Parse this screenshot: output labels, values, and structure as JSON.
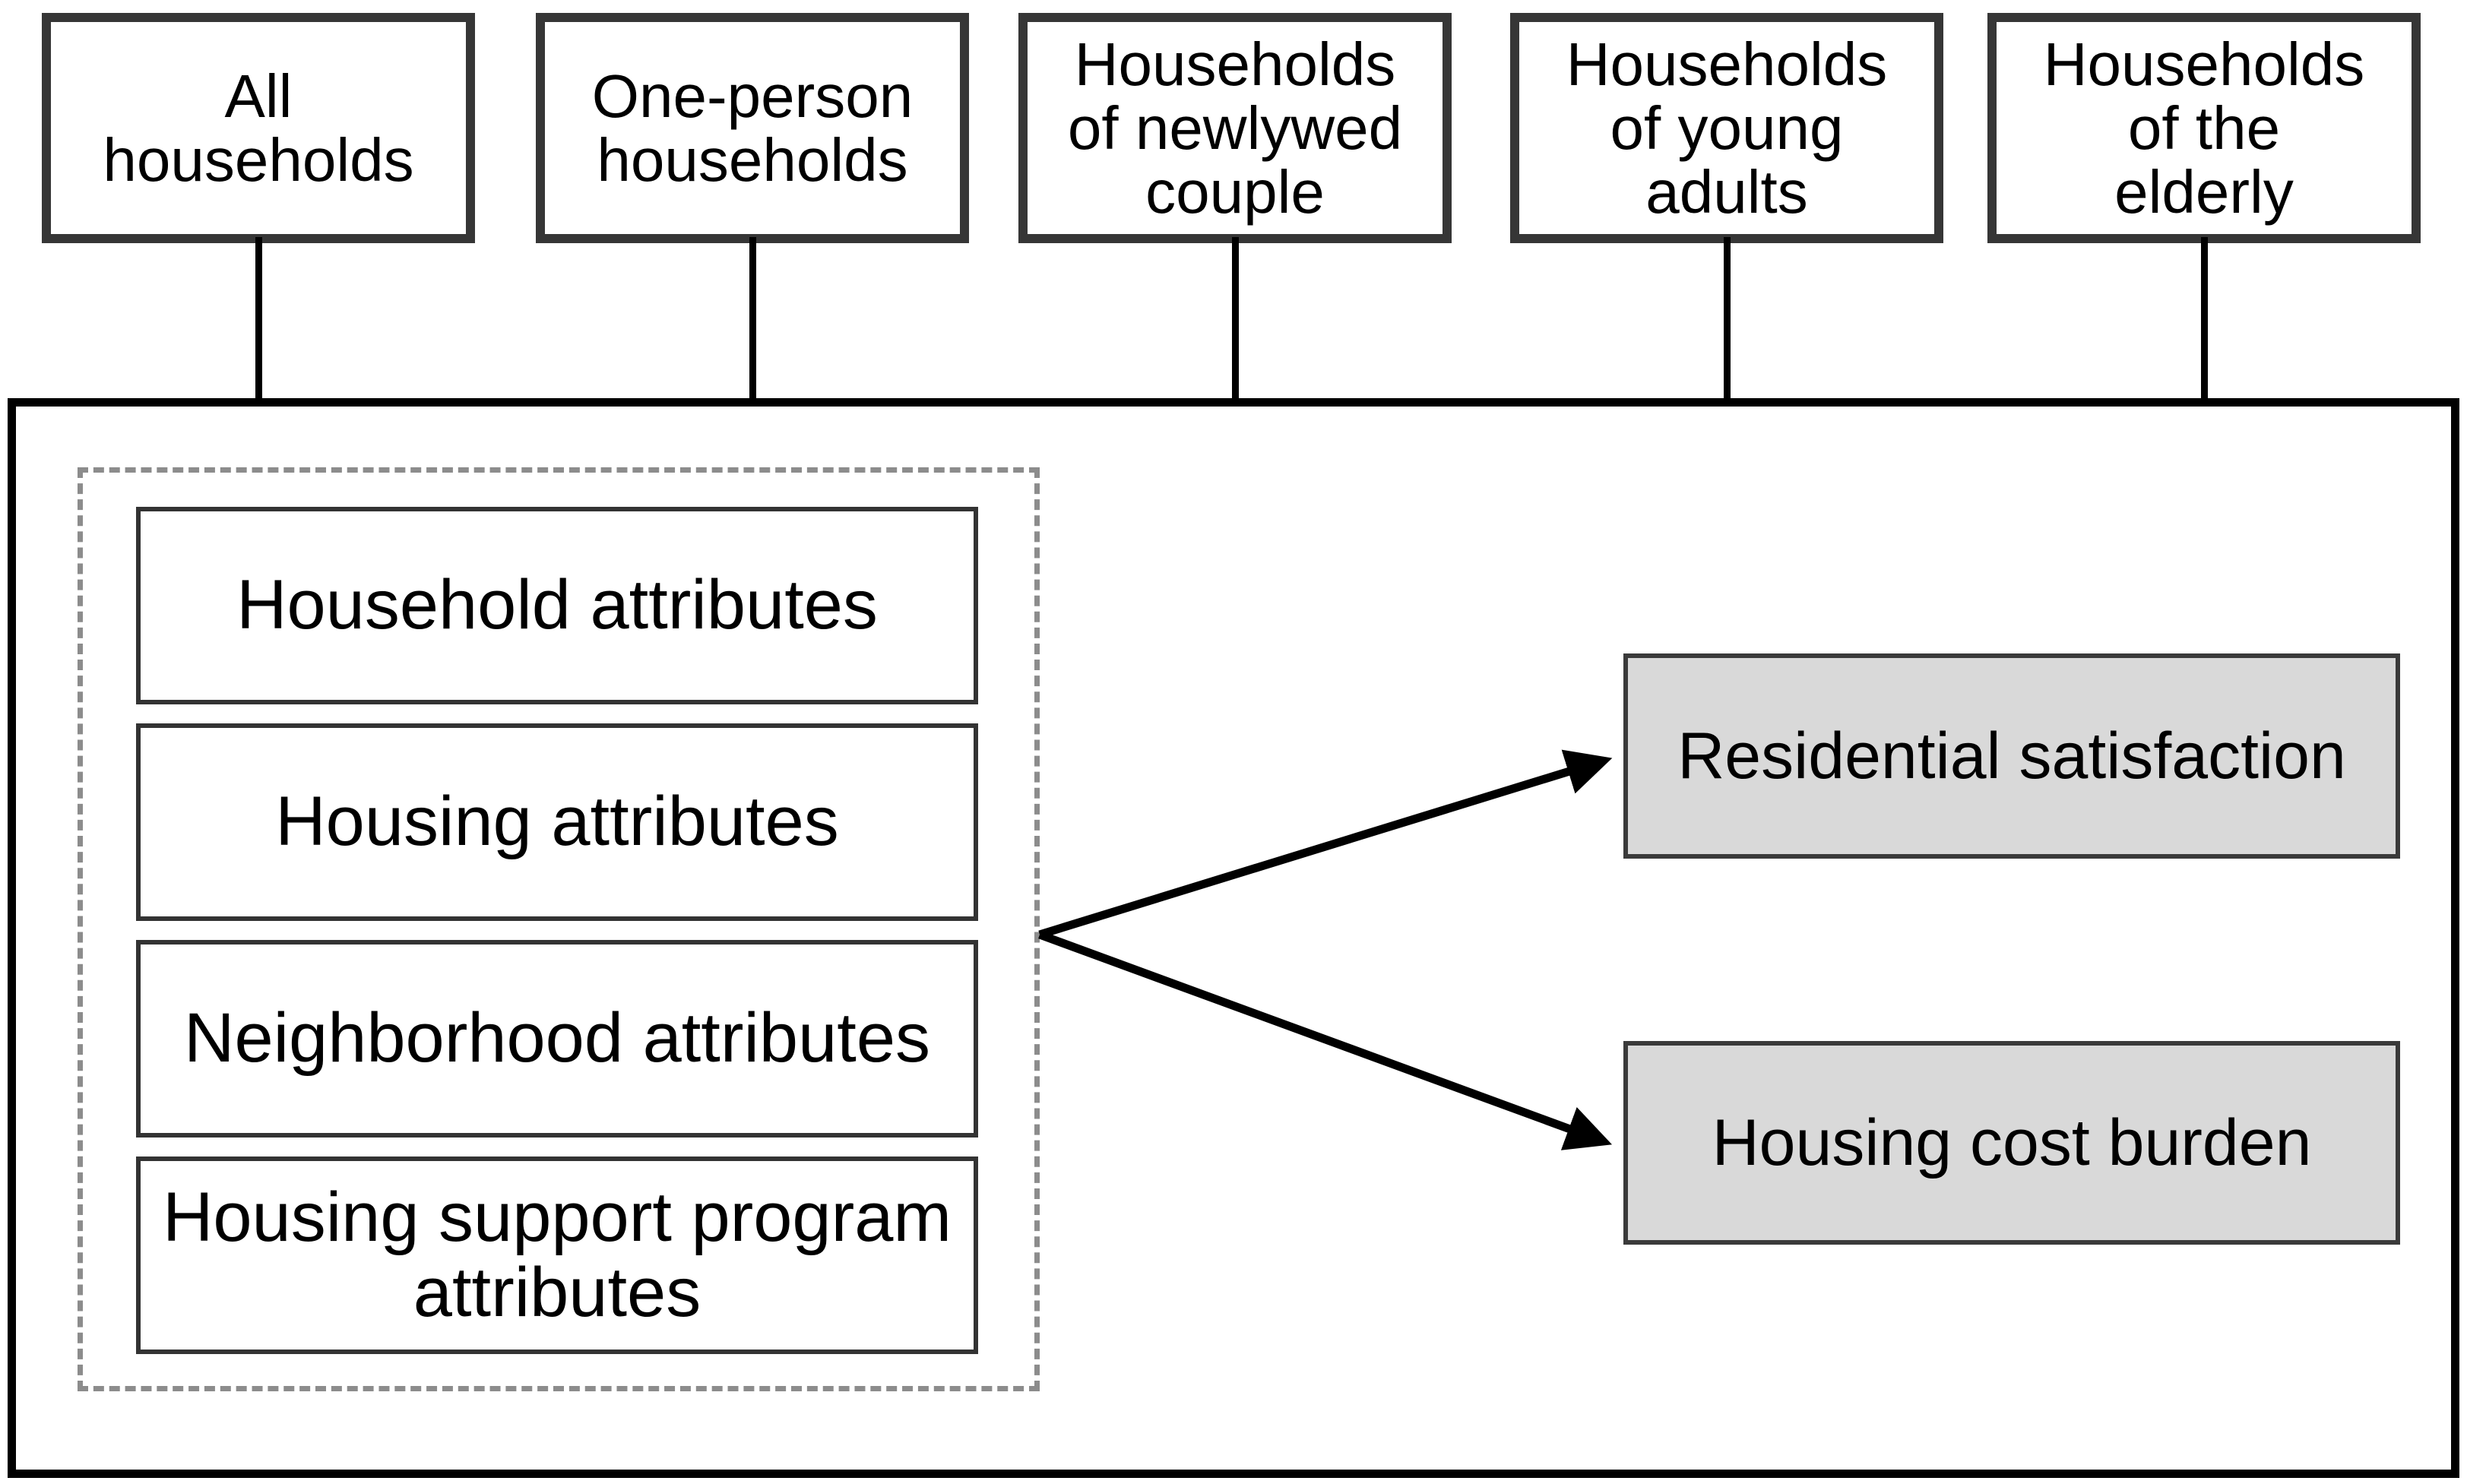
{
  "top_row": {
    "boxes": [
      {
        "label": "All\nhouseholds"
      },
      {
        "label": "One-person\nhouseholds"
      },
      {
        "label": "Households\nof newlywed\ncouple"
      },
      {
        "label": "Households\nof young\nadults"
      },
      {
        "label": "Households\nof the\nelderly"
      }
    ]
  },
  "predictors": {
    "boxes": [
      {
        "label": "Household attributes"
      },
      {
        "label": "Housing attributes"
      },
      {
        "label": "Neighborhood attributes"
      },
      {
        "label": "Housing support program\nattributes"
      }
    ]
  },
  "outcomes": {
    "boxes": [
      {
        "label": "Residential satisfaction"
      },
      {
        "label": "Housing cost burden"
      }
    ]
  },
  "colors": {
    "background": "#ffffff",
    "text": "#000000",
    "box_border": "#363636",
    "frame_border": "#000000",
    "dashed_border": "#8c8c8c",
    "outcome_fill": "#d9d9d9",
    "arrow": "#000000"
  }
}
